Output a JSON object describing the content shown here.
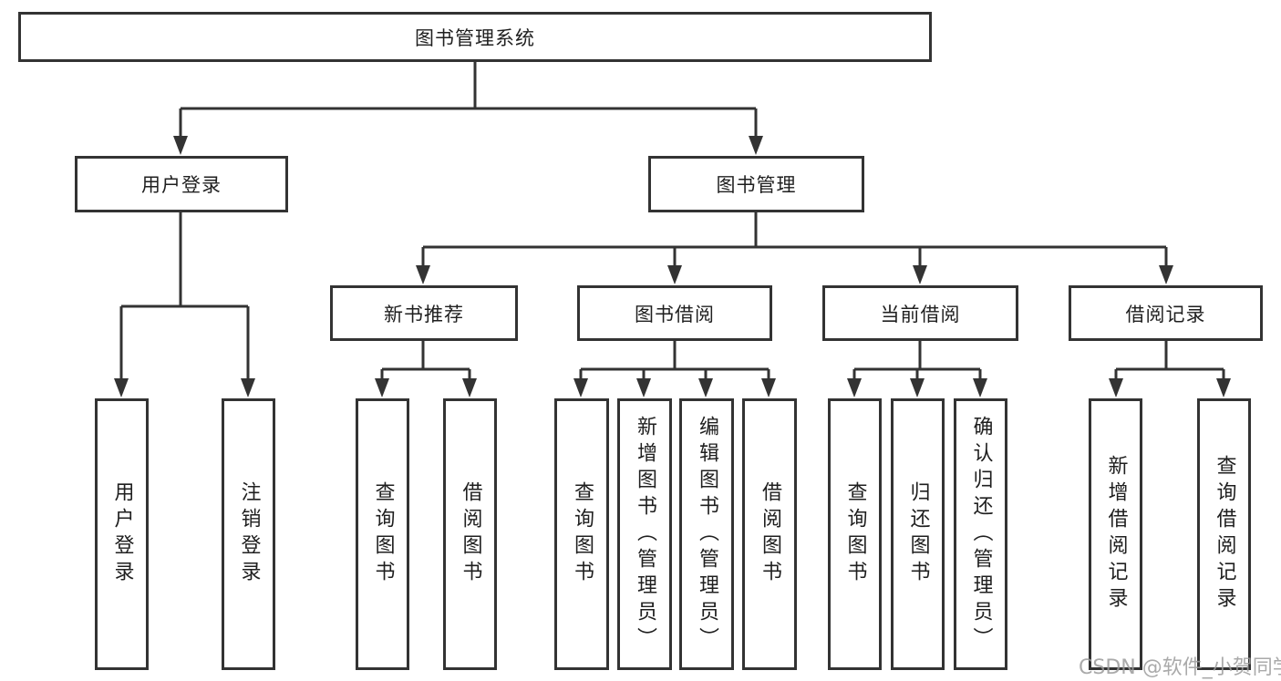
{
  "diagram_type": "hierarchy-tree",
  "title": "图书管理系统",
  "watermark": "CSDN @软件_小贺同学",
  "colors": {
    "line": "#333333",
    "box_border": "#333333",
    "box_fill": "#ffffff",
    "text": "#1f1f1f",
    "watermark": "#9b9b9b"
  },
  "root": {
    "label": "图书管理系统"
  },
  "branches": {
    "user_login": {
      "label": "用户登录",
      "children": [
        {
          "label": "用户登录"
        },
        {
          "label": "注销登录"
        }
      ]
    },
    "book_mgmt": {
      "label": "图书管理",
      "sections": [
        {
          "label": "新书推荐",
          "children": [
            {
              "label": "查询图书"
            },
            {
              "label": "借阅图书"
            }
          ]
        },
        {
          "label": "图书借阅",
          "children": [
            {
              "label": "查询图书"
            },
            {
              "label": "新增图书（管理员）"
            },
            {
              "label": "编辑图书（管理员）"
            },
            {
              "label": "借阅图书"
            }
          ]
        },
        {
          "label": "当前借阅",
          "children": [
            {
              "label": "查询图书"
            },
            {
              "label": "归还图书"
            },
            {
              "label": "确认归还（管理员）"
            }
          ]
        },
        {
          "label": "借阅记录",
          "children": [
            {
              "label": "新增借阅记录"
            },
            {
              "label": "查询借阅记录"
            }
          ]
        }
      ]
    }
  }
}
